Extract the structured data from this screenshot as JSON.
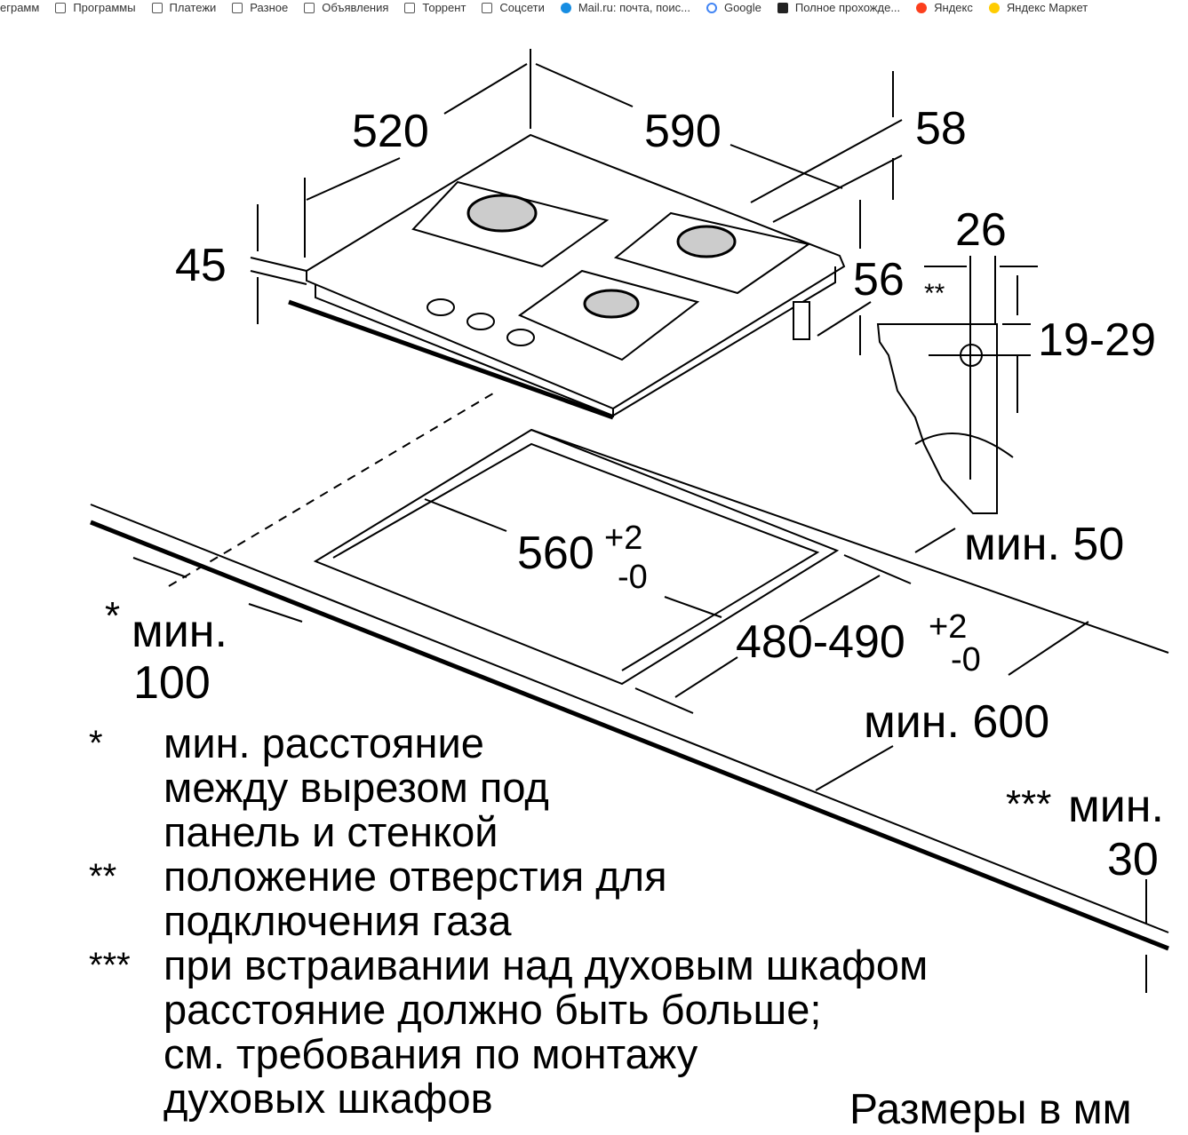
{
  "bookmarks": [
    "еграмм",
    "Программы",
    "Платежи",
    "Разное",
    "Объявления",
    "Торрент",
    "Соцсети",
    "Mail.ru: почта, поис...",
    "Google",
    "Полное прохожде...",
    "Яндекс",
    "Яндекс Маркет"
  ],
  "dimensions": {
    "depth": "520",
    "width": "590",
    "glass_thickness": "58",
    "height_45": "45",
    "depth_56": "56",
    "double_star": "**",
    "gap_26": "26",
    "range_19_29": "19-29",
    "cutout_width": "560",
    "cutout_width_tol_plus": "+2",
    "cutout_width_tol_minus": "-0",
    "cutout_depth": "480-490",
    "cutout_depth_tol_plus": "+2",
    "cutout_depth_tol_minus": "-0",
    "min_50": "мин. 50",
    "min_100_star": "*",
    "min_100_label": "мин.",
    "min_100_value": "100",
    "min_600": "мин. 600",
    "min_30_stars": "***",
    "min_30_label": "мин.",
    "min_30_value": "30"
  },
  "notes": [
    {
      "mark": "*",
      "lines": [
        "мин. расстояние",
        "между вырезом под",
        "панель и стенкой"
      ]
    },
    {
      "mark": "**",
      "lines": [
        "положение отверстия для",
        "подключения газа"
      ]
    },
    {
      "mark": "***",
      "lines": [
        "при встраивании над духовым шкафом",
        "расстояние должно быть больше;",
        "см. требования по монтажу",
        "духовых шкафов"
      ]
    }
  ],
  "footer": "Размеры в мм"
}
